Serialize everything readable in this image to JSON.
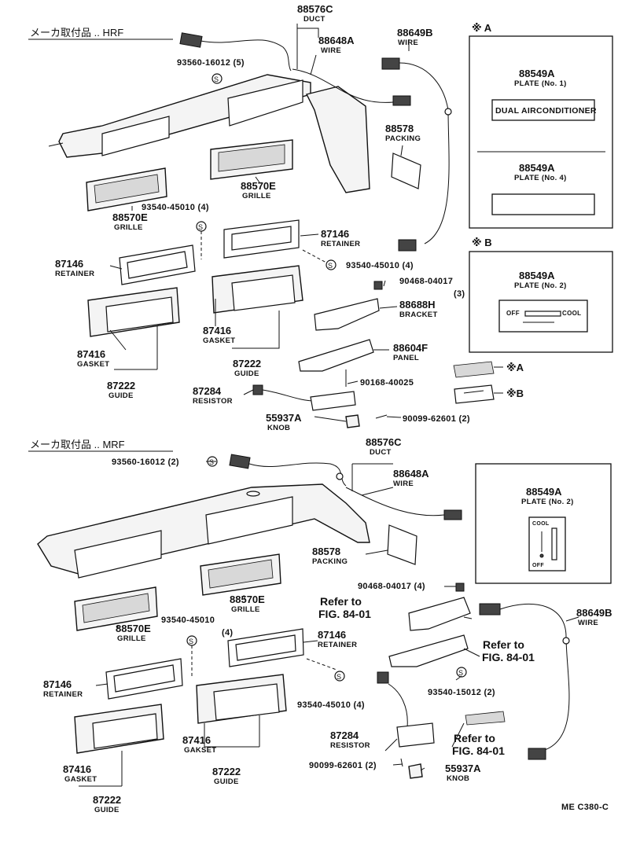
{
  "sections": {
    "hrf": {
      "header": "メーカ取付品 .. HRF",
      "callouts": [
        {
          "pn": "88576C",
          "nm": "DUCT"
        },
        {
          "pn": "88648A",
          "nm": "WIRE"
        },
        {
          "pn": "88649B",
          "nm": "WIRE"
        },
        {
          "pn": "93560-16012 (5)"
        },
        {
          "pn": "88578",
          "nm": "PACKING"
        },
        {
          "pn": "88570E",
          "nm": "GRILLE"
        },
        {
          "pn": "88570E",
          "nm": "GRILLE"
        },
        {
          "pn": "93540-45010 (4)"
        },
        {
          "pn": "87146",
          "nm": "RETAINER"
        },
        {
          "pn": "87146",
          "nm": "RETAINER"
        },
        {
          "pn": "93540-45010 (4)"
        },
        {
          "pn": "90468-04017",
          "qty": "(3)"
        },
        {
          "pn": "88688H",
          "nm": "BRACKET"
        },
        {
          "pn": "87416",
          "nm": "GASKET"
        },
        {
          "pn": "87416",
          "nm": "GASKET"
        },
        {
          "pn": "88604F",
          "nm": "PANEL"
        },
        {
          "pn": "87222",
          "nm": "GUIDE"
        },
        {
          "pn": "87222",
          "nm": "GUIDE"
        },
        {
          "pn": "90168-40025"
        },
        {
          "pn": "87284",
          "nm": "RESISTOR"
        },
        {
          "pn": "90099-62601 (2)"
        },
        {
          "pn": "55937A",
          "nm": "KNOB"
        }
      ],
      "markers": {
        "a": "※A",
        "b": "※B"
      }
    },
    "inset_a": {
      "title": "※ A",
      "plate1": {
        "pn": "88549A",
        "nm": "PLATE (No. 1)",
        "label": "DUAL AIRCONDITIONER"
      },
      "plate4": {
        "pn": "88549A",
        "nm": "PLATE (No. 4)"
      }
    },
    "inset_b": {
      "title": "※ B",
      "plate2": {
        "pn": "88549A",
        "nm": "PLATE (No. 2)",
        "off": "OFF",
        "cool": "COOL"
      }
    },
    "mrf": {
      "header": "メーカ取付品 .. MRF",
      "callouts": [
        {
          "pn": "88576C",
          "nm": "DUCT"
        },
        {
          "pn": "93560-16012 (2)"
        },
        {
          "pn": "88648A",
          "nm": "WIRE"
        },
        {
          "pn": "88578",
          "nm": "PACKING"
        },
        {
          "pn": "90468-04017 (4)"
        },
        {
          "pn": "88570E",
          "nm": "GRILLE"
        },
        {
          "pn": "88570E",
          "nm": "GRILLE"
        },
        {
          "pn": "93540-45010",
          "qty": "(4)"
        },
        {
          "pn": "87146",
          "nm": "RETAINER"
        },
        {
          "pn": "87146",
          "nm": "RETAINER"
        },
        {
          "pn": "93540-45010 (4)"
        },
        {
          "pn": "93540-15012 (2)"
        },
        {
          "pn": "87416",
          "nm": "GAKSET"
        },
        {
          "pn": "87416",
          "nm": "GASKET"
        },
        {
          "pn": "87284",
          "nm": "RESISTOR"
        },
        {
          "pn": "87222",
          "nm": "GUIDE"
        },
        {
          "pn": "87222",
          "nm": "GUIDE"
        },
        {
          "pn": "90099-62601 (2)"
        },
        {
          "pn": "55937A",
          "nm": "KNOB"
        },
        {
          "pn": "88649B",
          "nm": "WIRE"
        }
      ],
      "refs": [
        "Refer to",
        "FIG. 84-01",
        "Refer to",
        "FIG. 84-01",
        "Refer to",
        "FIG. 84-01"
      ]
    },
    "inset_c": {
      "plate2": {
        "pn": "88549A",
        "nm": "PLATE (No. 2)",
        "cool": "COOL",
        "off": "OFF"
      }
    }
  },
  "footer": "ME  C380-C"
}
